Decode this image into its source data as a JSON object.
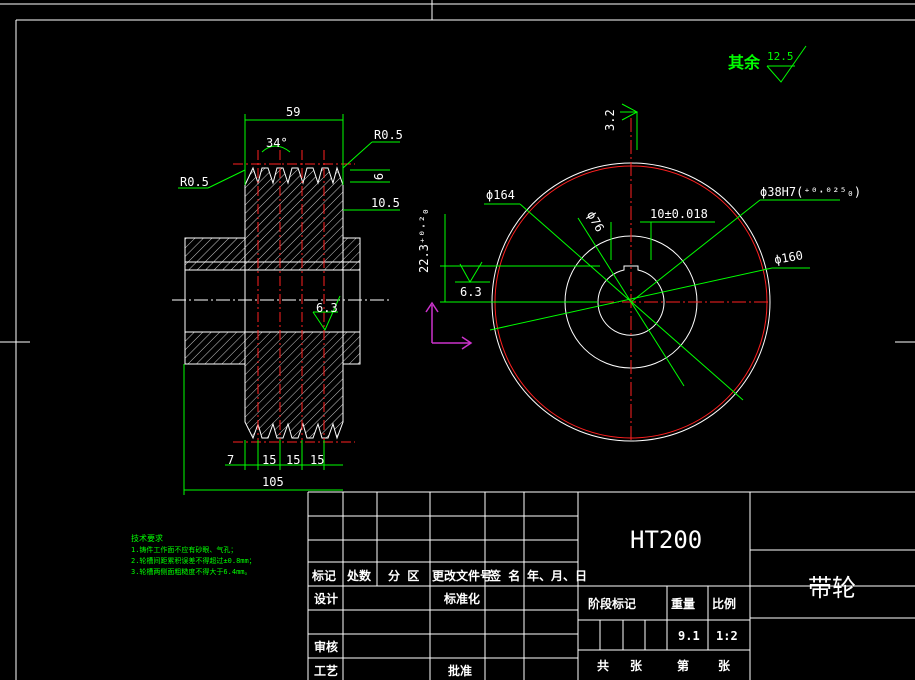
{
  "drawing": {
    "material": "HT200",
    "part_name": "带轮",
    "general_roughness": {
      "label": "其余",
      "value": "12.5"
    },
    "colors": {
      "background": "#000000",
      "outline": "#ffffff",
      "dimension": "#00ff00",
      "center": "#ff2020",
      "ucs": "#cc33cc"
    },
    "tech_requirements": [
      "技术要求",
      "1.铸件工作面不应有砂眼、气孔；",
      "2.轮槽间距累积误差不得超过±0.8mm；",
      "3.轮槽两侧面粗糙度不得大于6.4mm。"
    ],
    "dims": {
      "d59": "59",
      "deg34": "34°",
      "r05_right": "R0.5",
      "r05_left": "R0.5",
      "d9": "9",
      "d10_5": "10.5",
      "ra63_sec": "6.3",
      "d7": "7",
      "d15a": "15",
      "d15b": "15",
      "d15c": "15",
      "d105": "105",
      "phi164": "ϕ164",
      "phi76": "ϕ76",
      "key10": "10±0.018",
      "phi38": "ϕ38H7(⁺⁰·⁰²⁵₀)",
      "phi160": "ϕ160",
      "keyd": "22.3⁺⁰·²₀",
      "ra32": "3.2",
      "ra63_side": "6.3"
    },
    "title_block": {
      "header_row": [
        "标记",
        "处数",
        "分 区",
        "更改文件号",
        "签 名",
        "年、月、日"
      ],
      "design": "设计",
      "standardize": "标准化",
      "review": "审核",
      "process": "工艺",
      "approve": "批准",
      "stage_mark": "阶段标记",
      "weight": "重量",
      "scale": "比例",
      "weight_value": "9.1",
      "scale_value": "1:2",
      "total": "共",
      "sheets": "张",
      "sheet_no": "第",
      "sheet_unit": "张"
    }
  }
}
